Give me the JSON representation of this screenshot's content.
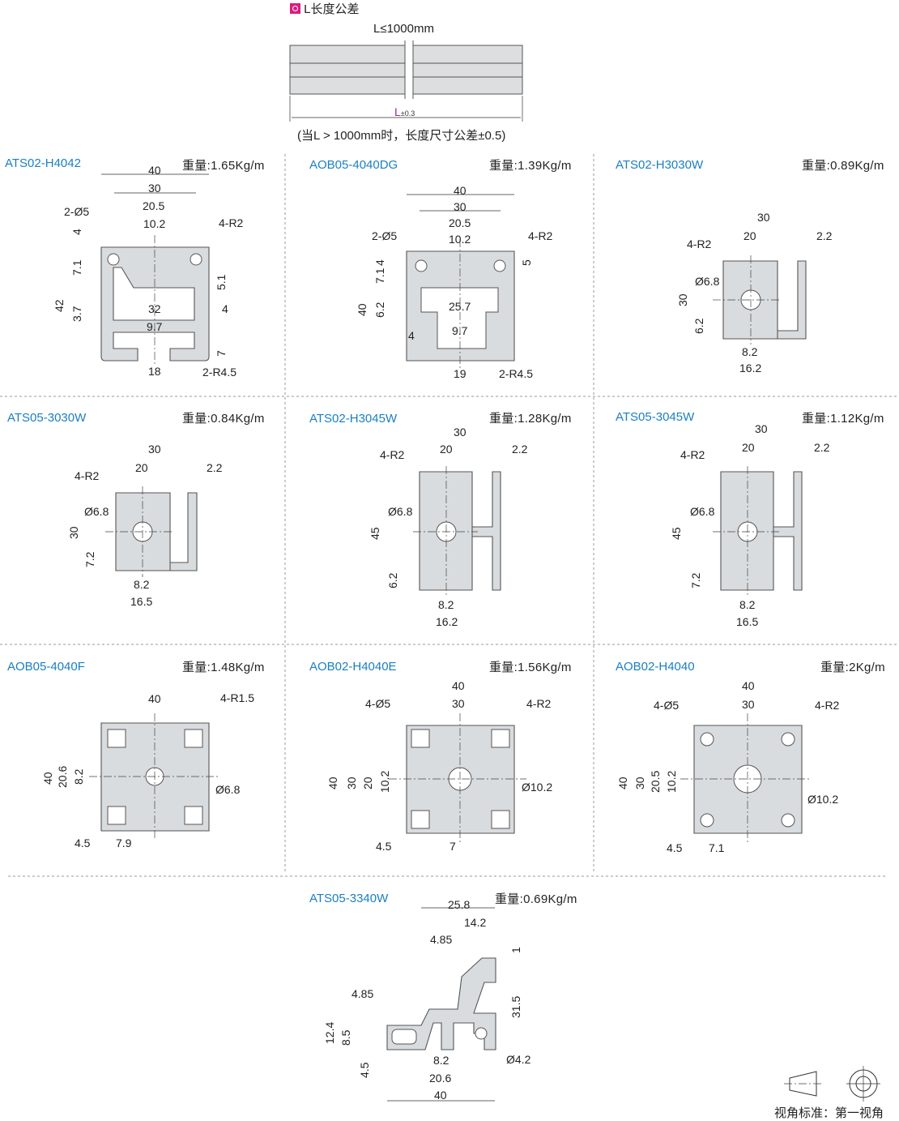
{
  "header": {
    "section_title": "L长度公差",
    "length_label": "L≤1000mm",
    "tolerance_main": "L",
    "tolerance_sub": "±0.3",
    "note": "(当L > 1000mm时，长度尺寸公差±0.5)",
    "marker_color": "#e0197d"
  },
  "panels": [
    {
      "name": "ATS02-H4042",
      "weight": "重量:1.65Kg/m",
      "dims": [
        "40",
        "30",
        "20.5",
        "10.2",
        "2-Ø5",
        "4-R2",
        "4",
        "7.1",
        "42",
        "3.7",
        "5.1",
        "32",
        "4",
        "9.7",
        "7",
        "18",
        "2-R4.5"
      ]
    },
    {
      "name": "AOB05-4040DG",
      "weight": "重量:1.39Kg/m",
      "dims": [
        "40",
        "30",
        "20.5",
        "10.2",
        "2-Ø5",
        "4-R2",
        "7.1",
        "4",
        "5",
        "40",
        "6.2",
        "25.7",
        "4",
        "9.7",
        "19",
        "2-R4.5"
      ]
    },
    {
      "name": "ATS02-H3030W",
      "weight": "重量:0.89Kg/m",
      "dims": [
        "30",
        "20",
        "2.2",
        "4-R2",
        "Ø6.8",
        "30",
        "6.2",
        "8.2",
        "16.2"
      ]
    },
    {
      "name": "ATS05-3030W",
      "weight": "重量:0.84Kg/m",
      "dims": [
        "30",
        "20",
        "2.2",
        "4-R2",
        "Ø6.8",
        "30",
        "7.2",
        "8.2",
        "16.5"
      ]
    },
    {
      "name": "ATS02-H3045W",
      "weight": "重量:1.28Kg/m",
      "dims": [
        "30",
        "20",
        "2.2",
        "4-R2",
        "Ø6.8",
        "45",
        "6.2",
        "8.2",
        "16.2"
      ]
    },
    {
      "name": "ATS05-3045W",
      "weight": "重量:1.12Kg/m",
      "dims": [
        "30",
        "20",
        "2.2",
        "4-R2",
        "Ø6.8",
        "45",
        "7.2",
        "8.2",
        "16.5"
      ]
    },
    {
      "name": "AOB05-4040F",
      "weight": "重量:1.48Kg/m",
      "dims": [
        "40",
        "4-R1.5",
        "40",
        "20.6",
        "8.2",
        "Ø6.8",
        "4.5",
        "7.9"
      ]
    },
    {
      "name": "AOB02-H4040E",
      "weight": "重量:1.56Kg/m",
      "dims": [
        "40",
        "30",
        "4-Ø5",
        "4-R2",
        "40",
        "30",
        "20",
        "10.2",
        "Ø10.2",
        "4.5",
        "7"
      ]
    },
    {
      "name": "AOB02-H4040",
      "weight": "重量:2Kg/m",
      "dims": [
        "40",
        "30",
        "4-Ø5",
        "4-R2",
        "40",
        "30",
        "20.5",
        "10.2",
        "Ø10.2",
        "4.5",
        "7.1"
      ]
    },
    {
      "name": "ATS05-3340W",
      "weight": "重量:0.69Kg/m",
      "dims": [
        "25.8",
        "14.2",
        "4.85",
        "1",
        "4.85",
        "31.5",
        "12.4",
        "8.5",
        "Ø4.2",
        "4.5",
        "8.2",
        "20.6",
        "40"
      ]
    }
  ],
  "footer": {
    "view_standard": "视角标准：第一视角"
  }
}
